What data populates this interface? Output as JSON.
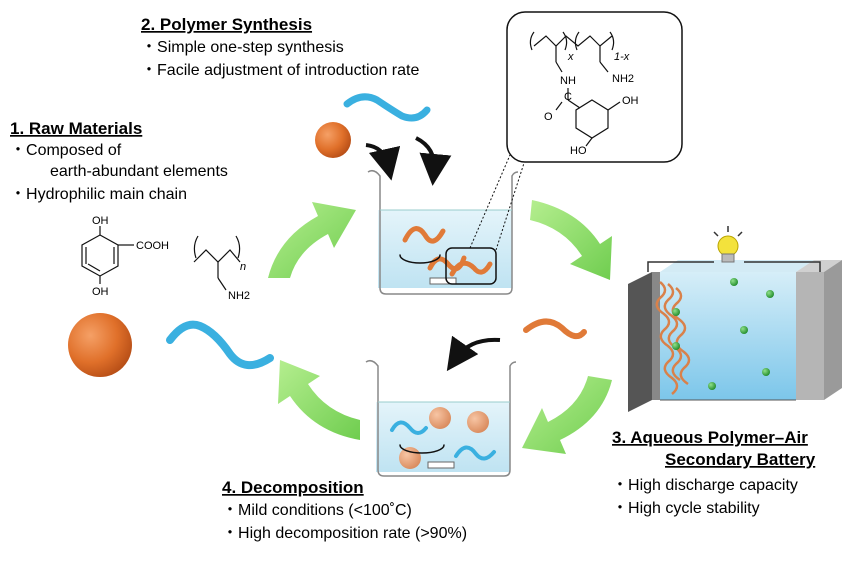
{
  "sections": {
    "raw": {
      "title": "1. Raw Materials",
      "bullets": [
        "Composed of",
        "earth-abundant elements",
        "Hydrophilic main chain"
      ]
    },
    "synthesis": {
      "title": "2. Polymer Synthesis",
      "bullets": [
        "Simple one-step synthesis",
        "Facile adjustment of introduction rate"
      ]
    },
    "battery": {
      "title_line1": "3. Aqueous Polymer–Air",
      "title_line2": "Secondary Battery",
      "bullets": [
        "High discharge capacity",
        "High cycle stability"
      ]
    },
    "decomposition": {
      "title": "4. Decomposition",
      "bullets": [
        "Mild conditions (<100˚C)",
        "High decomposition rate (>90%)"
      ]
    }
  },
  "chemistry": {
    "monomer_oh_top": "OH",
    "monomer_cooh": "COOH",
    "monomer_oh_bottom": "OH",
    "polyamine_n": "n",
    "polyamine_nh2": "NH2",
    "product_x": "x",
    "product_1x": "1-x",
    "product_nh2": "NH2",
    "product_nh": "NH",
    "product_c": "C",
    "product_o": "O",
    "product_oh_right": "OH",
    "product_oh_bottom": "HO"
  },
  "colors": {
    "orange_sphere": "#e0702a",
    "blue_chain": "#3ab0e0",
    "orange_chain": "#e07a38",
    "green_arrow": "#8fd96a",
    "water": "#cde9f4",
    "battery_water": "#a9dcf0",
    "electrode_dark": "#555555",
    "electrode_light": "#b5b5b5",
    "bulb": "#f3e23c"
  },
  "icons": [
    "orange-sphere",
    "blue-polymer-chain",
    "beaker",
    "green-cycle-arrow",
    "light-bulb",
    "battery-cell"
  ]
}
